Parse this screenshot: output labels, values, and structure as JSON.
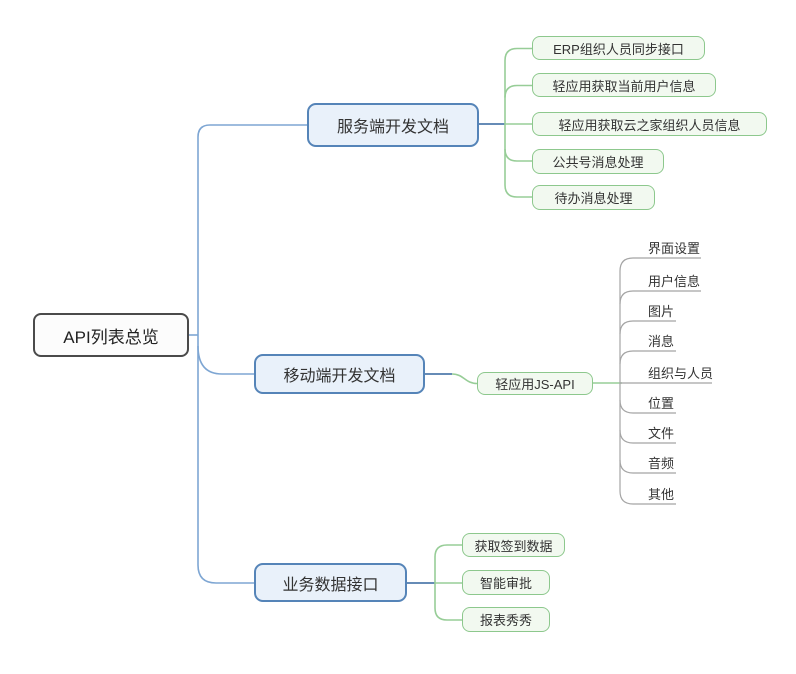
{
  "root": {
    "label": "API列表总览"
  },
  "branches": [
    {
      "label": "服务端开发文档",
      "children": [
        {
          "label": "ERP组织人员同步接口"
        },
        {
          "label": "轻应用获取当前用户信息"
        },
        {
          "label": "轻应用获取云之家组织人员信息"
        },
        {
          "label": "公共号消息处理"
        },
        {
          "label": "待办消息处理"
        }
      ]
    },
    {
      "label": "移动端开发文档",
      "children": [
        {
          "label": "轻应用JS-API",
          "children": [
            {
              "label": "界面设置"
            },
            {
              "label": "用户信息"
            },
            {
              "label": "图片"
            },
            {
              "label": "消息"
            },
            {
              "label": "组织与人员"
            },
            {
              "label": "位置"
            },
            {
              "label": "文件"
            },
            {
              "label": "音频"
            },
            {
              "label": "其他"
            }
          ]
        }
      ]
    },
    {
      "label": "业务数据接口",
      "children": [
        {
          "label": "获取签到数据"
        },
        {
          "label": "智能审批"
        },
        {
          "label": "报表秀秀"
        }
      ]
    }
  ],
  "colors": {
    "root_border": "#4a4a4a",
    "root_fill": "#fcfcfc",
    "branch_border": "#5584b8",
    "branch_fill": "#e9f1fa",
    "leaf_border": "#8dc88d",
    "leaf_fill": "#f2f9f0",
    "line_light_blue": "#7ea6d3",
    "line_dark_blue": "#33659e",
    "line_green": "#97cd97",
    "line_gray": "#a5a5a5",
    "text": "#333333"
  }
}
